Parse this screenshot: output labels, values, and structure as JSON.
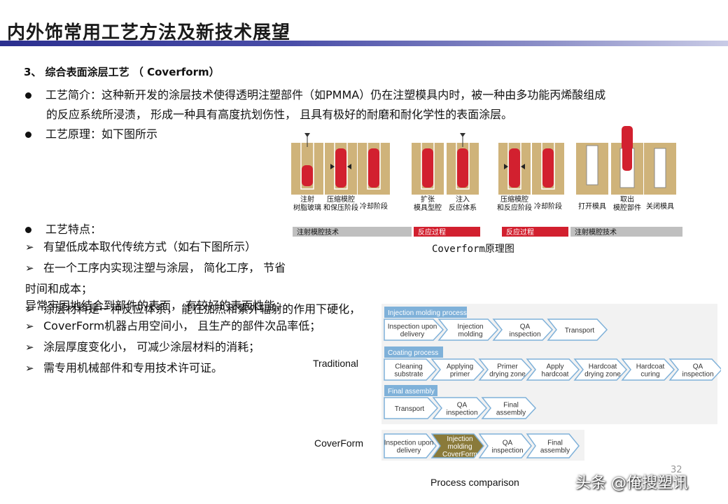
{
  "title": "内外饰常用工艺方法及新技术展望",
  "section": "3、  综合表面涂层工艺  （ Coverform）",
  "intro_label": "工艺简介：",
  "intro_line1": "这种新开发的涂层技术使得透明注塑部件（如PMMA）仍在注塑模具内时，被一种由多功能丙烯酸组成",
  "intro_line2": "的反应系统所浸渍，  形成一种具有高度抗划伤性，  且具有极好的耐磨和耐化学性的表面涂层。",
  "principle_label": "工艺原理：",
  "principle_text": "如下图所示",
  "features_label": "工艺特点：",
  "features": [
    "有望低成本取代传统方式（如右下图所示）",
    "在一个工序内实现注塑与涂层，  简化工序，  节省时间和成本；",
    "涂层材料是一种反应体系，  能在加热和紫外辐射的作用下硬化，"
  ],
  "feature_cont": "异常牢固地结合到部件的表面，  有较好的表面性能；",
  "features2": [
    "CoverForm机器占用空间小，  且生产的部件次品率低；",
    "涂层厚度变化小，  可减少涂层材料的消耗；",
    "需专用机械部件和专用技术许可证。"
  ],
  "diagram1": {
    "steps": [
      "注射\n树脂玻璃",
      "压缩模腔\n和保压阶段",
      "冷却阶段",
      "扩张\n模具型腔",
      "注入\n反应体系",
      "压缩模腔\n和反应阶段",
      "冷却阶段",
      "打开模具",
      "取出\n模腔部件",
      "关闭模具"
    ],
    "bars": [
      "注射模腔技术",
      "反应过程",
      "反应过程",
      "注射模腔技术"
    ],
    "caption": "Coverform原理图"
  },
  "diagram2": {
    "traditional_label": "Traditional",
    "coverform_label": "CoverForm",
    "caption": "Process comparison",
    "injection_header": "Injection molding process",
    "injection_steps": [
      "Inspection upon\ndelivery",
      "Injection\nmolding",
      "QA\ninspection",
      "Transport"
    ],
    "coating_header": "Coating process",
    "coating_steps": [
      "Cleaning\nsubstrate",
      "Applying\nprimer",
      "Primer\ndrying zone",
      "Apply\nhardcoat",
      "Hardcoat\ndrying zone",
      "Hardcoat\ncuring",
      "QA\ninspection"
    ],
    "final_header": "Final assembly",
    "final_steps": [
      "Transport",
      "QA\ninspection",
      "Final\nassembly"
    ],
    "coverform_steps": [
      "Inspection upon\ndelivery",
      "Injection\nmolding\nCoverForm",
      "QA\ninspection",
      "Final\nassembly"
    ]
  },
  "page_number": "32",
  "watermark": "头条 @俺搜塑讯"
}
